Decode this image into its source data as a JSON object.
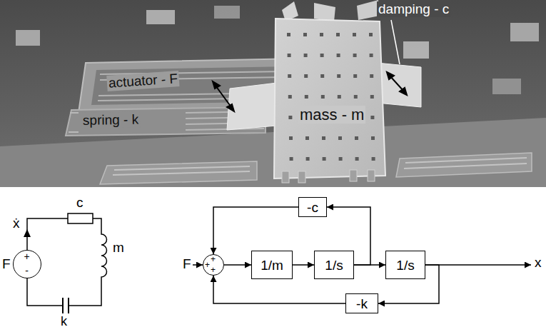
{
  "diagram": {
    "nodes": [
      {
        "text": [
          "+",
          "-"
        ]
      },
      {
        "text": [
          "-c"
        ]
      },
      {
        "text": [
          "+",
          "+",
          "+"
        ]
      },
      {
        "text": [
          "1/m"
        ]
      },
      {
        "text": [
          "1/s"
        ]
      },
      {
        "text": [
          "1/s"
        ]
      },
      {
        "text": [
          "-k"
        ]
      }
    ],
    "edges": [
      {
        "from": 2,
        "to": 3,
        "arrow": "to"
      },
      {
        "from": 3,
        "to": 4,
        "arrow": "to"
      },
      {
        "from": 4,
        "to": 5,
        "arrow": "to"
      },
      {
        "from": 4,
        "to": 1,
        "arrow": "to"
      },
      {
        "from": 1,
        "to": 2,
        "arrow": "to"
      },
      {
        "from": 5,
        "to": 6,
        "arrow": "to"
      },
      {
        "from": 6,
        "to": 2,
        "arrow": "to"
      }
    ],
    "labels": [
      "damping - c",
      "actuator - F",
      "spring - k",
      "mass - m",
      "ẋ",
      "c",
      "F",
      "m",
      "k",
      "F",
      "x"
    ]
  }
}
